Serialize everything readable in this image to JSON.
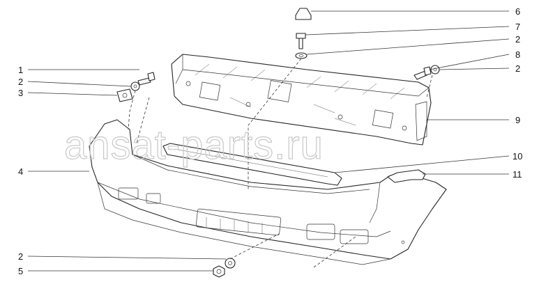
{
  "watermark": "ansat-parts.ru",
  "callouts": [
    {
      "id": "1",
      "label": "1"
    },
    {
      "id": "2a",
      "label": "2"
    },
    {
      "id": "3",
      "label": "3"
    },
    {
      "id": "4",
      "label": "4"
    },
    {
      "id": "2b",
      "label": "2"
    },
    {
      "id": "5",
      "label": "5"
    },
    {
      "id": "6",
      "label": "6"
    },
    {
      "id": "7",
      "label": "7"
    },
    {
      "id": "2c",
      "label": "2"
    },
    {
      "id": "8",
      "label": "8"
    },
    {
      "id": "2d",
      "label": "2"
    },
    {
      "id": "9",
      "label": "9"
    },
    {
      "id": "10",
      "label": "10"
    },
    {
      "id": "11",
      "label": "11"
    }
  ]
}
